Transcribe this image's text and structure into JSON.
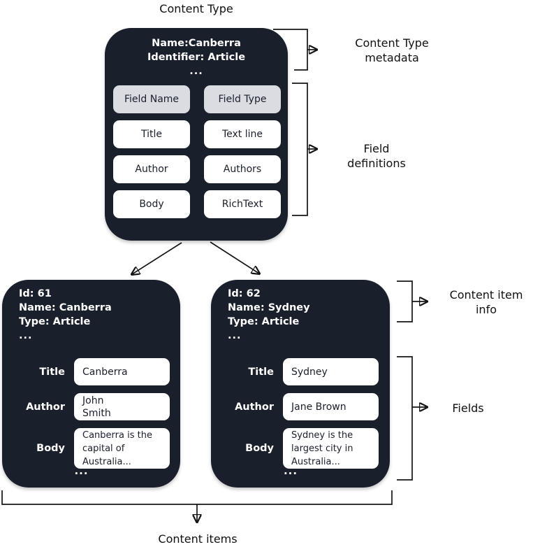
{
  "title": "Content Type",
  "colors": {
    "box_bg": "#1A1F2C",
    "header_cell_bg": "#DBDCE2",
    "cell_bg": "#FFFFFF",
    "text_light": "#FFFFFF",
    "text_dark": "#1A1F2C",
    "line": "#141414"
  },
  "content_type_box": {
    "name_line": "Name:Canberra",
    "identifier_line": "Identifier: Article",
    "ellipsis": "...",
    "footer_ellipsis": "...",
    "field_table": {
      "header": [
        "Field Name",
        "Field Type"
      ],
      "rows": [
        [
          "Title",
          "Text line"
        ],
        [
          "Author",
          "Authors"
        ],
        [
          "Body",
          "RichText"
        ]
      ]
    }
  },
  "annotations": {
    "content_type_metadata": "Content Type metadata",
    "field_definitions": "Field definitions",
    "content_item_info": "Content item info",
    "fields": "Fields",
    "content_items": "Content items"
  },
  "items": [
    {
      "id_line": "Id: 61",
      "name_line": "Name: Canberra",
      "type_line": "Type: Article",
      "ellipsis": "...",
      "footer_ellipsis": "...",
      "fields": [
        {
          "label": "Title",
          "value": "Canberra"
        },
        {
          "label": "Author",
          "value": "John\nSmith"
        },
        {
          "label": "Body",
          "value": "Canberra is the capital of Australia..."
        }
      ]
    },
    {
      "id_line": "Id: 62",
      "name_line": "Name: Sydney",
      "type_line": "Type: Article",
      "ellipsis": "...",
      "footer_ellipsis": "...",
      "fields": [
        {
          "label": "Title",
          "value": "Sydney"
        },
        {
          "label": "Author",
          "value": "Jane Brown"
        },
        {
          "label": "Body",
          "value": "Sydney is the largest city in Australia..."
        }
      ]
    }
  ]
}
